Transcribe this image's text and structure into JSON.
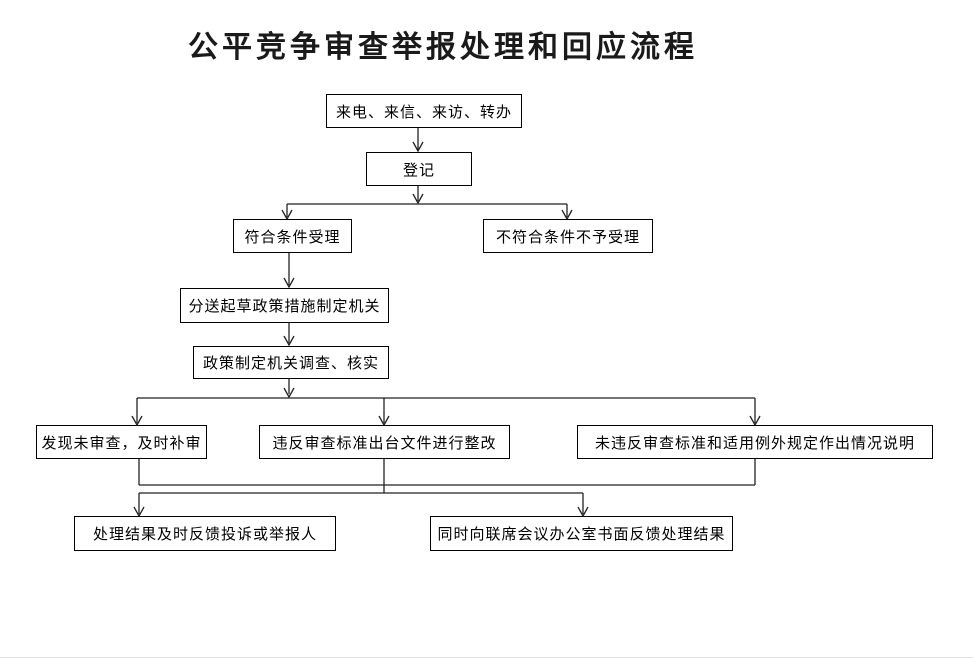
{
  "page": {
    "title": "公平竞争审查举报处理和回应流程",
    "background": "#ffffff"
  },
  "colors": {
    "line": "#222222",
    "box_border": "#000000",
    "text": "#000000"
  },
  "diagram_data": {
    "type": "flowchart",
    "direction": "top-down",
    "nodes": [
      {
        "id": "intake",
        "label": "来电、来信、来访、转办"
      },
      {
        "id": "register",
        "label": "登记"
      },
      {
        "id": "accept",
        "label": "符合条件受理"
      },
      {
        "id": "reject",
        "label": "不符合条件不予受理"
      },
      {
        "id": "forward",
        "label": "分送起草政策措施制定机关"
      },
      {
        "id": "investigate",
        "label": "政策制定机关调查、核实"
      },
      {
        "id": "supplement-review",
        "label": "发现未审查，及时补审"
      },
      {
        "id": "rectify",
        "label": "违反审查标准出台文件进行整改"
      },
      {
        "id": "explain",
        "label": "未违反审查标准和适用例外规定作出情况说明"
      },
      {
        "id": "feedback-reporter",
        "label": "处理结果及时反馈投诉或举报人"
      },
      {
        "id": "feedback-office",
        "label": "同时向联席会议办公室书面反馈处理结果"
      }
    ],
    "edges": [
      {
        "from": "intake",
        "to": "register"
      },
      {
        "from": "register",
        "to": "accept"
      },
      {
        "from": "register",
        "to": "reject"
      },
      {
        "from": "accept",
        "to": "forward"
      },
      {
        "from": "forward",
        "to": "investigate"
      },
      {
        "from": "investigate",
        "to": "supplement-review"
      },
      {
        "from": "investigate",
        "to": "rectify"
      },
      {
        "from": "investigate",
        "to": "explain"
      },
      {
        "from": "supplement-review",
        "to": "feedback-reporter"
      },
      {
        "from": "rectify",
        "to": "feedback-reporter"
      },
      {
        "from": "explain",
        "to": "feedback-reporter"
      },
      {
        "from": "supplement-review",
        "to": "feedback-office"
      },
      {
        "from": "rectify",
        "to": "feedback-office"
      },
      {
        "from": "explain",
        "to": "feedback-office"
      }
    ]
  }
}
